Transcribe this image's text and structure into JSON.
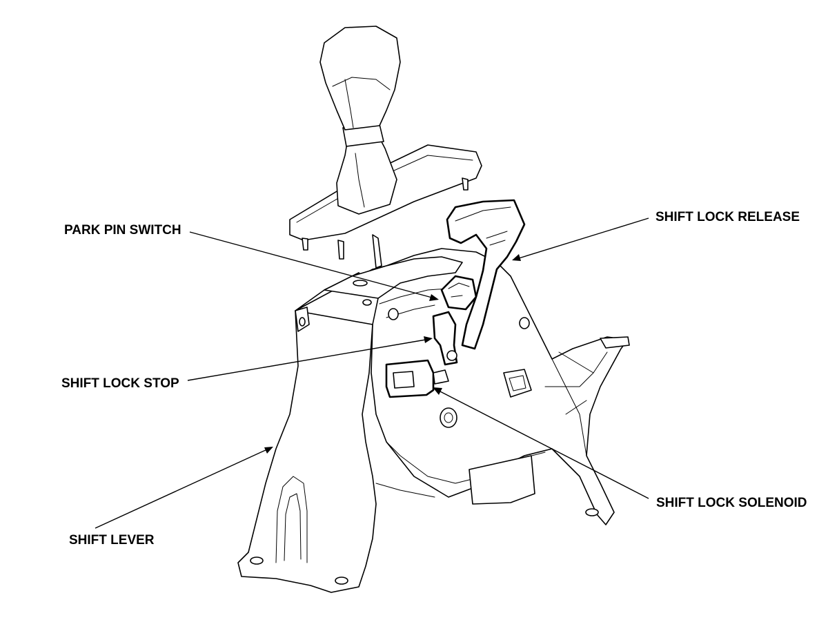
{
  "diagram": {
    "labels": {
      "park_pin_switch": "PARK PIN SWITCH",
      "shift_lock_release": "SHIFT LOCK RELEASE",
      "shift_lock_stop": "SHIFT LOCK STOP",
      "shift_lock_solenoid": "SHIFT LOCK SOLENOID",
      "shift_lever": "SHIFT LEVER"
    },
    "colors": {
      "line": "#000000",
      "background": "#ffffff"
    }
  }
}
